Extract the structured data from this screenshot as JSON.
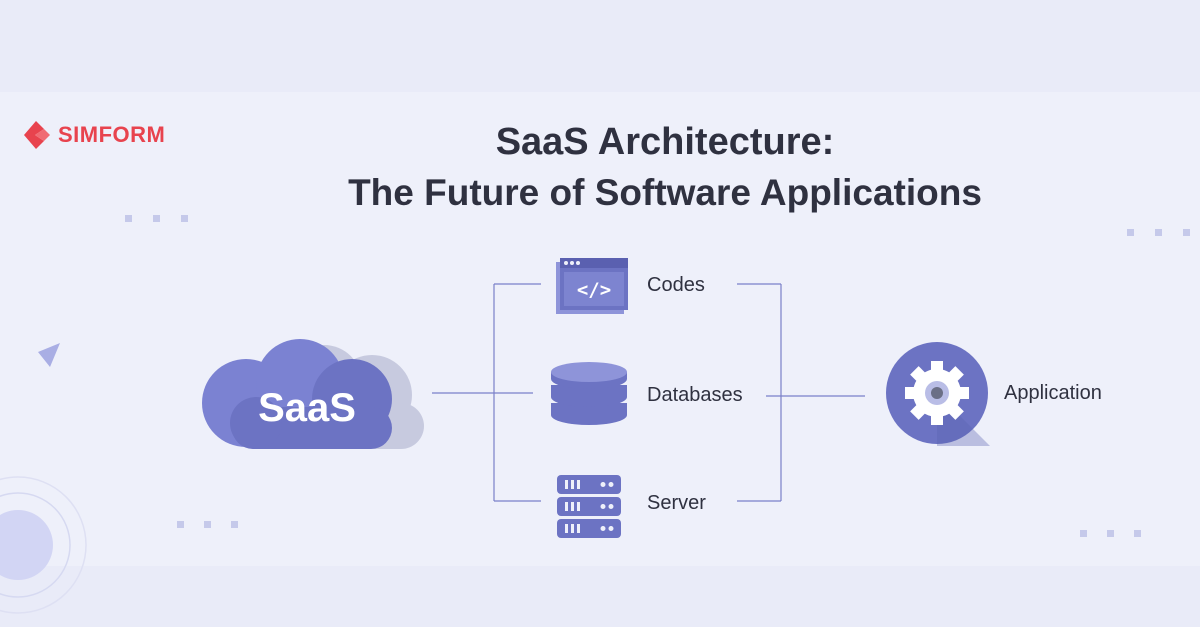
{
  "brand": {
    "name": "SIMFORM",
    "color": "#e8434e"
  },
  "header": {
    "title_line1": "SaaS Architecture:",
    "title_line2": "The Future of Software Applications"
  },
  "diagram": {
    "source": {
      "label": "SaaS",
      "icon": "cloud-icon"
    },
    "components": [
      {
        "label": "Codes",
        "icon": "code-window-icon"
      },
      {
        "label": "Databases",
        "icon": "database-icon"
      },
      {
        "label": "Server",
        "icon": "server-icon"
      }
    ],
    "target": {
      "label": "Application",
      "icon": "gear-icon"
    }
  },
  "colors": {
    "background": "#eef0fa",
    "accent": "#6c73c3",
    "accent_light": "#8e94d9",
    "accent_muted": "#c7cadf",
    "text": "#2f3140"
  }
}
